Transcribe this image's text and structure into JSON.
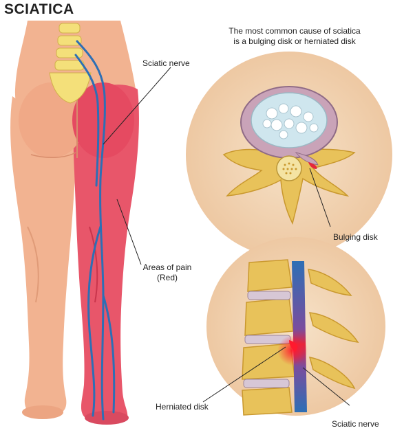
{
  "title": "SCIATICA",
  "caption": {
    "line1": "The most common cause of sciatica",
    "line2": "is a bulging disk or herniated disk"
  },
  "labels": {
    "sciatic_nerve_top": "Sciatic nerve",
    "areas_of_pain_line1": "Areas of pain",
    "areas_of_pain_line2": "(Red)",
    "bulging_disk": "Bulging disk",
    "herniated_disk": "Herniated disk",
    "sciatic_nerve_bottom": "Sciatic nerve"
  },
  "colors": {
    "skin": "#f2b391",
    "skin_shadow": "#e09b78",
    "pain_red": "#e8566a",
    "pain_red_dark": "#d63d55",
    "nerve_blue": "#2d6fb5",
    "bone_yellow": "#e8c25a",
    "bone_dark": "#c9982e",
    "disk_circle_bg": "#f3d6b8",
    "disk_inner": "#cfe6ee",
    "herniation_red": "#e4263c"
  }
}
